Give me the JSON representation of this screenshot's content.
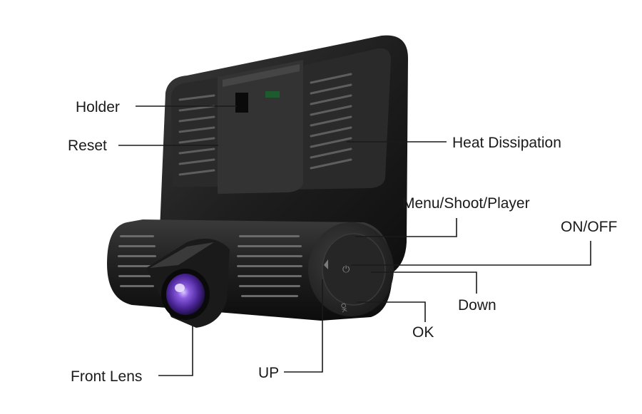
{
  "labels": {
    "holder": "Holder",
    "reset": "Reset",
    "heat_dissipation": "Heat Dissipation",
    "menu_shoot_player": "Menu/Shoot/Player",
    "on_off": "ON/OFF",
    "down": "Down",
    "ok": "OK",
    "up": "UP",
    "front_lens": "Front Lens"
  },
  "device_markings": {
    "ok_button": "OK"
  },
  "colors": {
    "body": "#1c1c1c",
    "vent_slot": "#6d6d6d",
    "lens_purple": "#6a3fb8",
    "leader_line": "#1a1a1a"
  }
}
